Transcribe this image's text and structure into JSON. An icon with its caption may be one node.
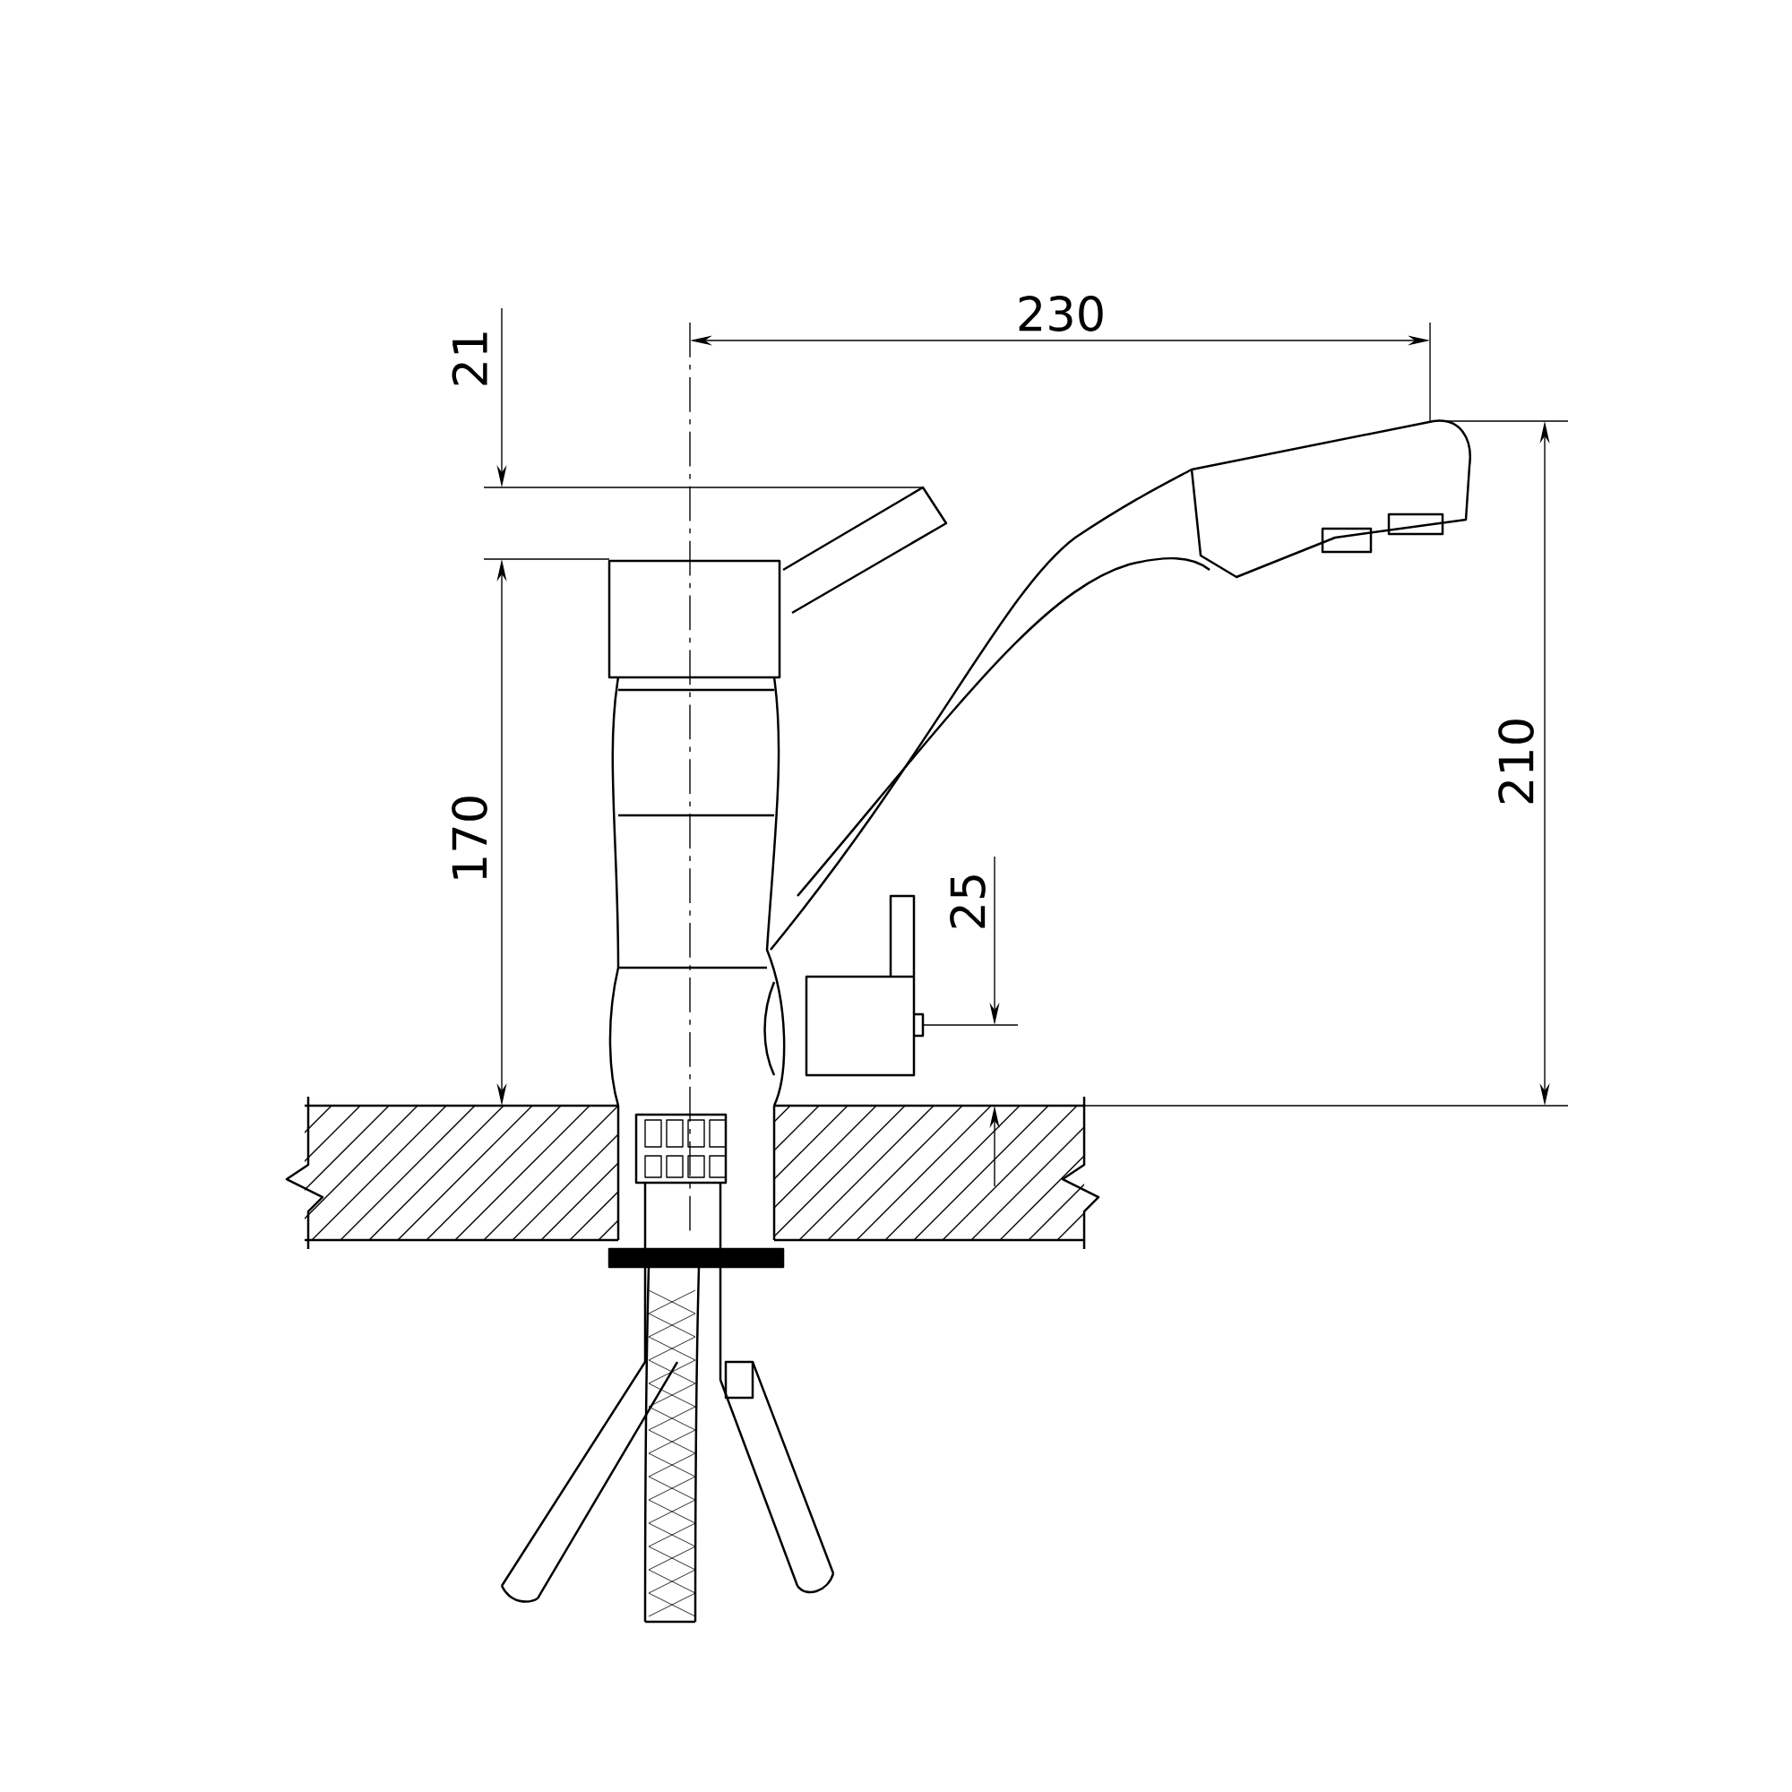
{
  "diagram": {
    "labels": [
      "230",
      "21",
      "210",
      "170",
      "25"
    ]
  }
}
